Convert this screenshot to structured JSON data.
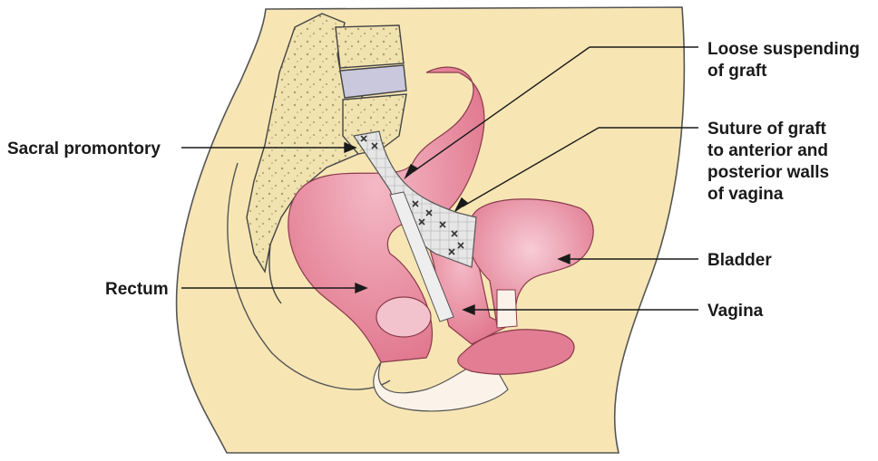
{
  "labels": {
    "sacral_promontory": "Sacral promontory",
    "rectum": "Rectum",
    "loose_suspending": [
      "Loose suspending",
      "of graft"
    ],
    "suture": [
      "Suture of graft",
      "to anterior and",
      "posterior walls",
      "of vagina"
    ],
    "bladder": "Bladder",
    "vagina": "Vagina"
  },
  "colors": {
    "skin": "#f7e6b4",
    "skin_edge": "#555555",
    "bone": "#f1e3b0",
    "bone_texture": "#b8a97e",
    "disc": "#c9c8dc",
    "organ": "#e27d93",
    "organ_light": "#f2b3c0",
    "organ_dark": "#c5546b",
    "graft": "#e4e4e4",
    "pale": "#fbf3ea",
    "line": "#1a1a1a"
  }
}
